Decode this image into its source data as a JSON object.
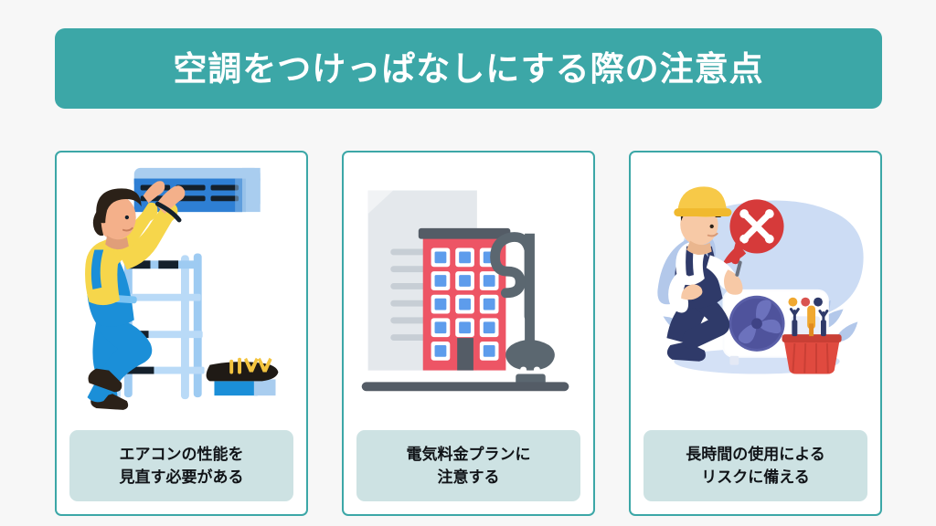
{
  "page": {
    "background_color": "#f7f7f7",
    "accent_color": "#3ca7a7",
    "caption_box_color": "#cde2e3",
    "header_text_color": "#ffffff"
  },
  "header": {
    "title": "空調をつけっぱなしにする際の注意点"
  },
  "cards": [
    {
      "illustration_name": "technician-on-ladder-servicing-wall-air-conditioner",
      "caption_line1": "エアコンの性能を",
      "caption_line2": "見直す必要がある",
      "colors": {
        "ac_body": "#a9cdef",
        "ac_panel": "#2e7fd4",
        "louver": "#14202b",
        "shirt": "#f6d64b",
        "overalls": "#1b8fd8",
        "ladder": "#9ecbf2",
        "hair": "#2b2118",
        "skin": "#f4b08a",
        "shoe": "#2b2118",
        "toolbox": "#1f1a15",
        "toolbox_base": "#1b8fd8",
        "tools": "#f3c43f"
      }
    },
    {
      "illustration_name": "apartment-building-with-electricity-bill-and-power-plug",
      "caption_line1": "電気料金プランに",
      "caption_line2": "注意する",
      "colors": {
        "building": "#ed5565",
        "window": "#5d9cec",
        "window_frame": "#ffffff",
        "roof": "#545c66",
        "door": "#545c66",
        "paper": "#e3e7ec",
        "paper_line": "#c6cdd4",
        "plug": "#5b6770",
        "ground": "#545c66"
      },
      "building_windows": {
        "rows": 5,
        "columns": 3
      }
    },
    {
      "illustration_name": "worker-repairing-outdoor-air-conditioner-unit",
      "caption_line1": "長時間の使用による",
      "caption_line2": "リスクに備える",
      "colors": {
        "blob": "#ccdcf4",
        "blob_dark": "#b3c8ea",
        "helmet": "#f7c948",
        "shirt": "#ffffff",
        "overalls": "#2f3a69",
        "skin": "#f7c9a6",
        "unit": "#fbfcfe",
        "fan": "#5a5fa8",
        "bubble": "#d63a3a",
        "toolbox": "#e04a3f",
        "screwdriver": "#d63a3a",
        "knob_yellow": "#f0a830",
        "knob_red": "#d9534f",
        "knob_navy": "#2f3a69"
      }
    }
  ]
}
